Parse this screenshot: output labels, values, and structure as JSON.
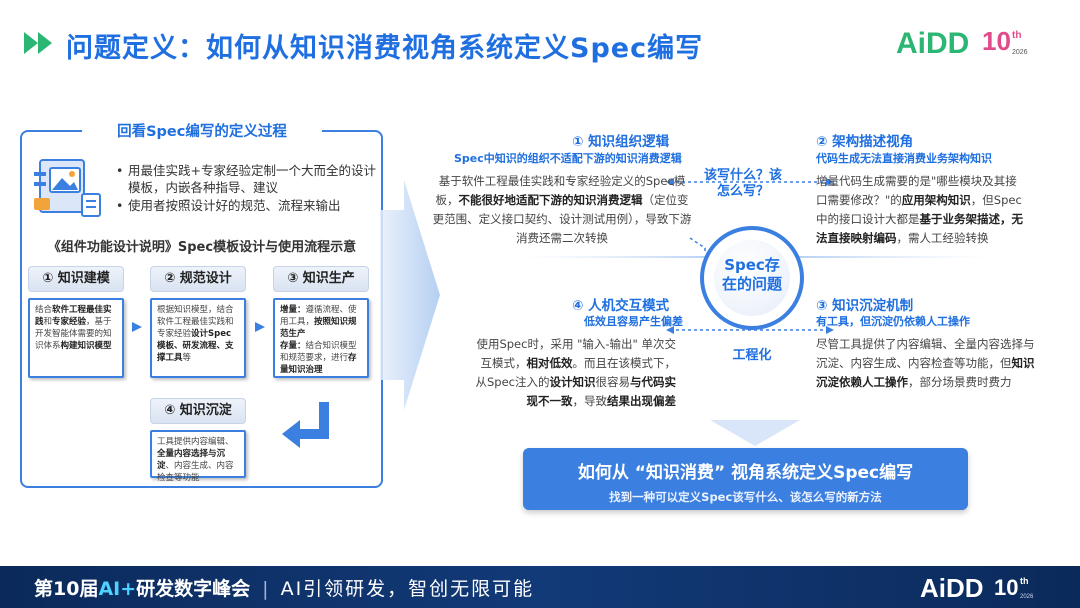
{
  "header": {
    "title": "问题定义：如何从知识消费视角系统定义Spec编写",
    "logo_text": "AiDD",
    "logo_edition": "10th",
    "logo_year": "2026"
  },
  "left": {
    "heading": "回看Spec编写的定义过程",
    "bullets": [
      "用最佳实践+专家经验定制一个大而全的设计模板，内嵌各种指导、建议",
      "使用者按照设计好的规范、流程来输出"
    ],
    "diagram_title": "《组件功能设计说明》Spec模板设计与使用流程示意",
    "steps": [
      {
        "label": "① 知识建模",
        "body_pre": "结合",
        "body_b1": "软件工程最佳实践",
        "body_mid": "和",
        "body_b2": "专家经验",
        "body_post": "，基于开发智能体需要的知识体系",
        "body_b3": "构建知识模型"
      },
      {
        "label": "② 规范设计",
        "body_pre": "根据知识模型，结合软件工程最佳实践和专家经验",
        "body_b1": "设计Spec模板、研发流程、支撑工具",
        "body_post": "等"
      },
      {
        "label": "③ 知识生产",
        "body_b1": "增量：",
        "body_p1": "遵循流程、使用工具，",
        "body_b2": "按照知识规范生产",
        "body_b3": "存量：",
        "body_p2": "结合知识模型和规范要求，进行",
        "body_b4": "存量知识治理"
      },
      {
        "label": "④ 知识沉淀",
        "body_pre": "工具提供内容编辑、",
        "body_b1": "全量内容选择与沉淀",
        "body_post": "、内容生成、内容检查等功能"
      }
    ]
  },
  "right": {
    "center": "Spec存在的问题",
    "label_top": "该写什么？该怎么写？",
    "label_bottom": "工程化",
    "sections": [
      {
        "title": "① 知识组织逻辑",
        "sub": "Spec中知识的组织不适配下游的知识消费逻辑",
        "body_pre": "基于软件工程最佳实践和专家经验定义的Spec模板，",
        "body_b": "不能很好地适配下游的知识消费逻辑",
        "body_post": "（定位变更范围、定义接口契约、设计测试用例），导致下游消费还需二次转换"
      },
      {
        "title": "② 架构描述视角",
        "sub": "代码生成无法直接消费业务架构知识",
        "body_pre": "增量代码生成需要的是\"哪些模块及其接口需要修改？\"的",
        "body_b": "应用架构知识",
        "body_mid": "，但Spec中的接口设计大都是",
        "body_b2": "基于业务架描述，无法直接映射编码",
        "body_post": "，需人工经验转换"
      },
      {
        "title": "④ 人机交互模式",
        "sub": "低效且容易产生偏差",
        "body_pre": "使用Spec时，采用 \"输入-输出\" 单次交互模式，",
        "body_b": "相对低效",
        "body_mid": "。而且在该模式下，从Spec注入的",
        "body_b2": "设计知识",
        "body_mid2": "很容易",
        "body_b3": "与代码实现不一致",
        "body_mid3": "，导致",
        "body_b4": "结果出现偏差"
      },
      {
        "title": "③ 知识沉淀机制",
        "sub": "有工具，但沉淀仍依赖人工操作",
        "body_pre": "尽管工具提供了内容编辑、全量内容选择与沉淀、内容生成、内容检查等功能，但",
        "body_b": "知识沉淀依赖人工操作",
        "body_post": "，部分场景费时费力"
      }
    ],
    "conclusion_title": "如何从 “知识消费” 视角系统定义Spec编写",
    "conclusion_sub": "找到一种可以定义Spec该写什么、该怎么写的新方法"
  },
  "footer": {
    "prefix": "第10届",
    "ai": "AI+",
    "suffix": "研发数字峰会",
    "divider": "|",
    "slogan": "AI引领研发，智创无限可能"
  },
  "colors": {
    "accent": "#1f6fe0",
    "frame": "#3b7fe0",
    "footer": "#0b2a5b",
    "logo_green": "#2bb673"
  }
}
